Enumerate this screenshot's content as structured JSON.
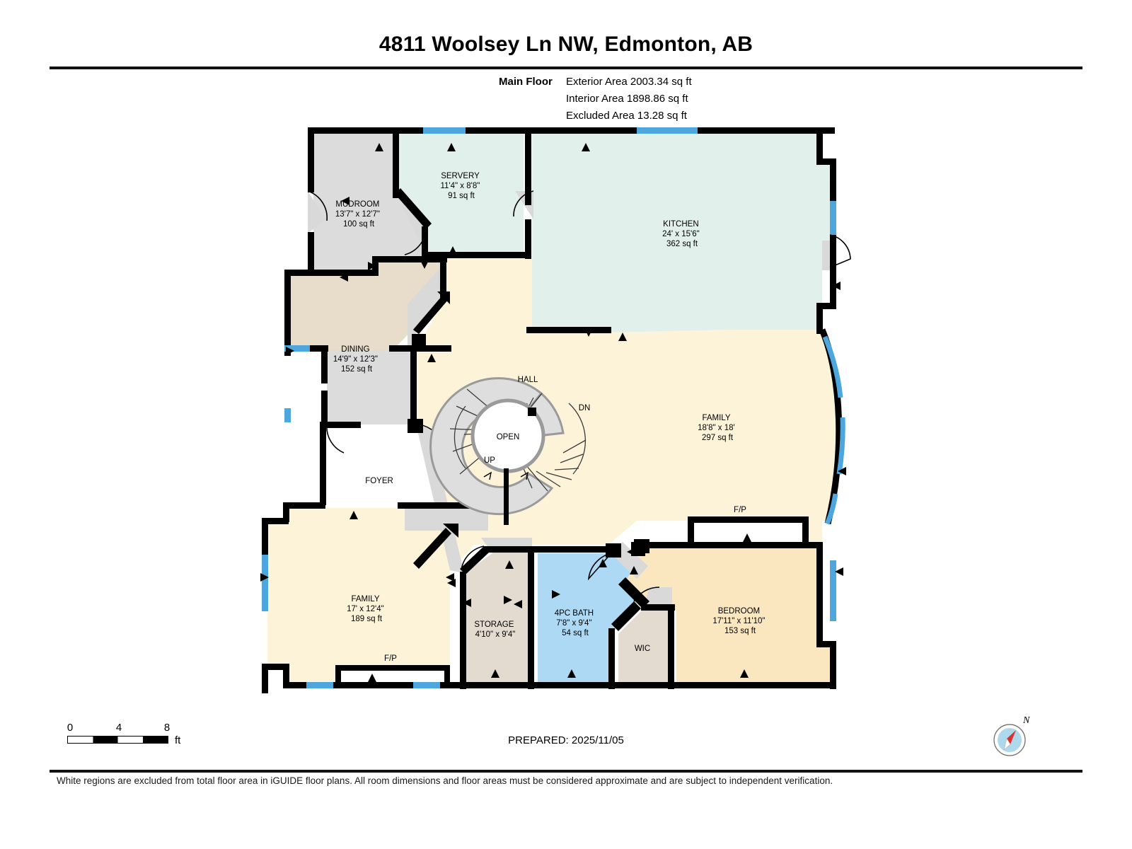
{
  "header": {
    "title": "4811 Woolsey Ln NW, Edmonton, AB",
    "floor_label": "Main Floor",
    "exterior_area": "Exterior Area 2003.34 sq ft",
    "interior_area": "Interior Area 1898.86 sq ft",
    "excluded_area": "Excluded Area 13.28 sq ft"
  },
  "rooms": [
    {
      "name": "MUDROOM",
      "dims": "13'7\" x 12'7\"",
      "area": "100 sq ft",
      "fill": "#dcdcdc"
    },
    {
      "name": "SERVERY",
      "dims": "11'4\" x 8'8\"",
      "area": "91 sq ft",
      "fill": "#e2f0eb"
    },
    {
      "name": "KITCHEN",
      "dims": "24' x 15'6\"",
      "area": "362 sq ft",
      "fill": "#e2f0eb"
    },
    {
      "name": "DINING",
      "dims": "14'9\" x 12'3\"",
      "area": "152 sq ft",
      "fill": "#e8dccb"
    },
    {
      "name": "FOYER",
      "dims": "",
      "area": "",
      "fill": "#dcdcdc"
    },
    {
      "name": "HALL",
      "dims": "",
      "area": "",
      "fill": "#fdf3d9"
    },
    {
      "name": "FAMILY",
      "dims": "18'8\" x 18'",
      "area": "297 sq ft",
      "fill": "#fdf3d9"
    },
    {
      "name": "FAMILY",
      "dims": "17' x 12'4\"",
      "area": "189 sq ft",
      "fill": "#fdf3d9"
    },
    {
      "name": "STORAGE",
      "dims": "4'10\" x 9'4\"",
      "area": "",
      "fill": "#e3dbd0"
    },
    {
      "name": "4PC BATH",
      "dims": "7'8\" x 9'4\"",
      "area": "54 sq ft",
      "fill": "#aed9f5"
    },
    {
      "name": "WIC",
      "dims": "",
      "area": "",
      "fill": "#e3dbd0"
    },
    {
      "name": "BEDROOM",
      "dims": "17'11\" x 11'10\"",
      "area": "153 sq ft",
      "fill": "#fbe7bf"
    }
  ],
  "annotations": {
    "stair_open": "OPEN",
    "stair_up": "UP",
    "stair_dn": "DN",
    "fireplace_right": "F/P",
    "fireplace_left": "F/P"
  },
  "scale": {
    "ticks": [
      "0",
      "4",
      "8"
    ],
    "unit": "ft"
  },
  "compass": {
    "north_label": "N"
  },
  "footer": {
    "prepared": "PREPARED: 2025/11/05",
    "disclaimer": "White regions are excluded from total floor area in iGUIDE floor plans. All room dimensions and floor areas must be considered approximate and are subject to independent verification."
  },
  "colors": {
    "wall": "#000000",
    "window": "#4da6dd",
    "kitchen_fill": "#e2f0eb",
    "hall_fill": "#fdf3d9",
    "bath_fill": "#aed9f5",
    "bedroom_fill": "#fbe7bf",
    "dining_fill": "#e8dccb",
    "grey_fill": "#dcdcdc",
    "storage_fill": "#e3dbd0",
    "compass_disc": "#aed9ec",
    "compass_needle": "#e03030"
  }
}
